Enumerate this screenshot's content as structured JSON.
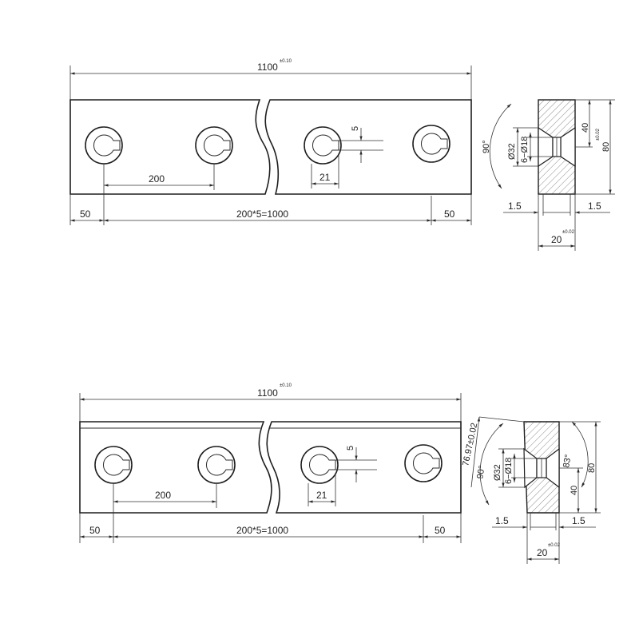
{
  "top_view": {
    "overall_length": "1100",
    "overall_tol": "±0.10",
    "end_left": "50",
    "end_right": "50",
    "pitch_total": "200*5=1000",
    "pitch": "200",
    "slot_offset": "21",
    "slot_width": "5"
  },
  "top_section": {
    "angle": "90°",
    "diameter_large": "Ø32",
    "holes": "6−Ø18",
    "half_height": "40",
    "half_height_tol": "±0.02",
    "height": "80",
    "edge_left": "1.5",
    "edge_right": "1.5",
    "width": "20",
    "width_tol": "±0.02"
  },
  "bottom_view": {
    "overall_length": "1100",
    "overall_tol": "±0.10",
    "end_left": "50",
    "end_right": "50",
    "pitch_total": "200*5=1000",
    "pitch": "200",
    "slot_offset": "21",
    "slot_width": "5"
  },
  "bottom_section": {
    "diagonal": "76.97±0.02",
    "angle": "90°",
    "angle_small": "83°",
    "diameter_large": "Ø32",
    "holes": "6−Ø18",
    "height": "80",
    "half_height": "40",
    "edge_left": "1.5",
    "edge_right": "1.5",
    "width": "20",
    "width_tol": "±0.02"
  },
  "colors": {
    "line": "#2b2b2b",
    "hatch": "#555555",
    "background": "#ffffff"
  }
}
